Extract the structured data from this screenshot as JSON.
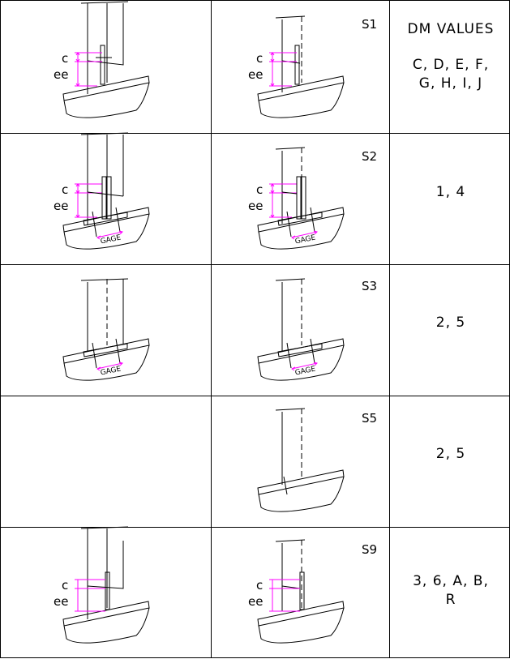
{
  "header": {
    "title": "DM VALUES",
    "value_line1": "C, D, E, F,",
    "value_line2": "G, H, I, J"
  },
  "dimension_labels": {
    "c": "c",
    "ee": "ee",
    "gage": "GAGE"
  },
  "rows": [
    {
      "label": "S1",
      "values_line1": "",
      "values_line2": ""
    },
    {
      "label": "S2",
      "values_line1": "1, 4",
      "values_line2": ""
    },
    {
      "label": "S3",
      "values_line1": "2, 5",
      "values_line2": ""
    },
    {
      "label": "S5",
      "values_line1": "2, 5",
      "values_line2": ""
    },
    {
      "label": "S9",
      "values_line1": "3, 6, A, B,",
      "values_line2": "R"
    }
  ],
  "colors": {
    "line": "#000000",
    "dimension": "#ff00ff",
    "background": "#ffffff"
  }
}
